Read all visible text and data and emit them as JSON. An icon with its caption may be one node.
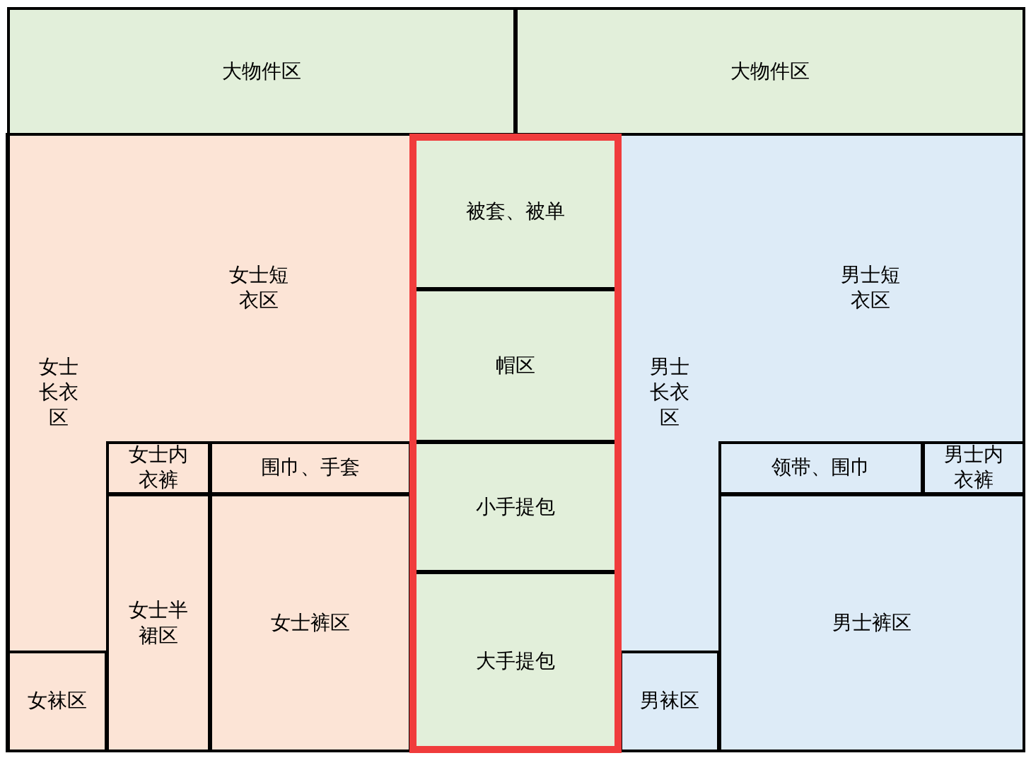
{
  "diagram": {
    "nodes": [
      {
        "text": [
          "大物件区"
        ]
      },
      {
        "text": [
          "大物件区"
        ]
      },
      {
        "text": [
          "女士长衣区"
        ]
      },
      {
        "text": [
          "女士短衣区"
        ]
      },
      {
        "text": [
          "女士内衣裤"
        ]
      },
      {
        "text": [
          "围巾、手套"
        ]
      },
      {
        "text": [
          "女士半裙区"
        ]
      },
      {
        "text": [
          "女士裤区"
        ]
      },
      {
        "text": [
          "女袜区"
        ]
      },
      {
        "text": [
          "被套、被单"
        ]
      },
      {
        "text": [
          "帽区"
        ]
      },
      {
        "text": [
          "小手提包"
        ]
      },
      {
        "text": [
          "大手提包"
        ]
      },
      {
        "text": [
          "男士长衣区"
        ]
      },
      {
        "text": [
          "男士短衣区"
        ]
      },
      {
        "text": [
          "领带、围巾"
        ]
      },
      {
        "text": [
          "男士内衣裤"
        ]
      },
      {
        "text": [
          "男士裤区"
        ]
      },
      {
        "text": [
          "男袜区"
        ]
      }
    ]
  }
}
